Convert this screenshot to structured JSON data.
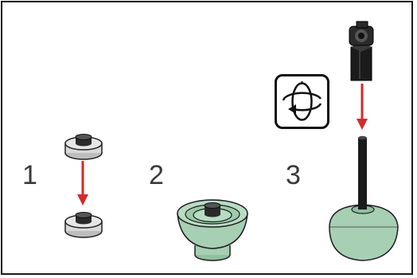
{
  "steps": [
    {
      "number": "1"
    },
    {
      "number": "2"
    },
    {
      "number": "3"
    }
  ],
  "icons": {
    "rotate": "rotate-model-icon",
    "arrow": "assembly-arrow-icon"
  },
  "colors": {
    "border": "#1a1a1a",
    "arrow": "#d42a2a",
    "sand_green": "#a6cfb3",
    "dark_bluish_gray": "#4a4a4a",
    "black": "#1b1b1b",
    "light_gray": "#d9d9d9"
  }
}
